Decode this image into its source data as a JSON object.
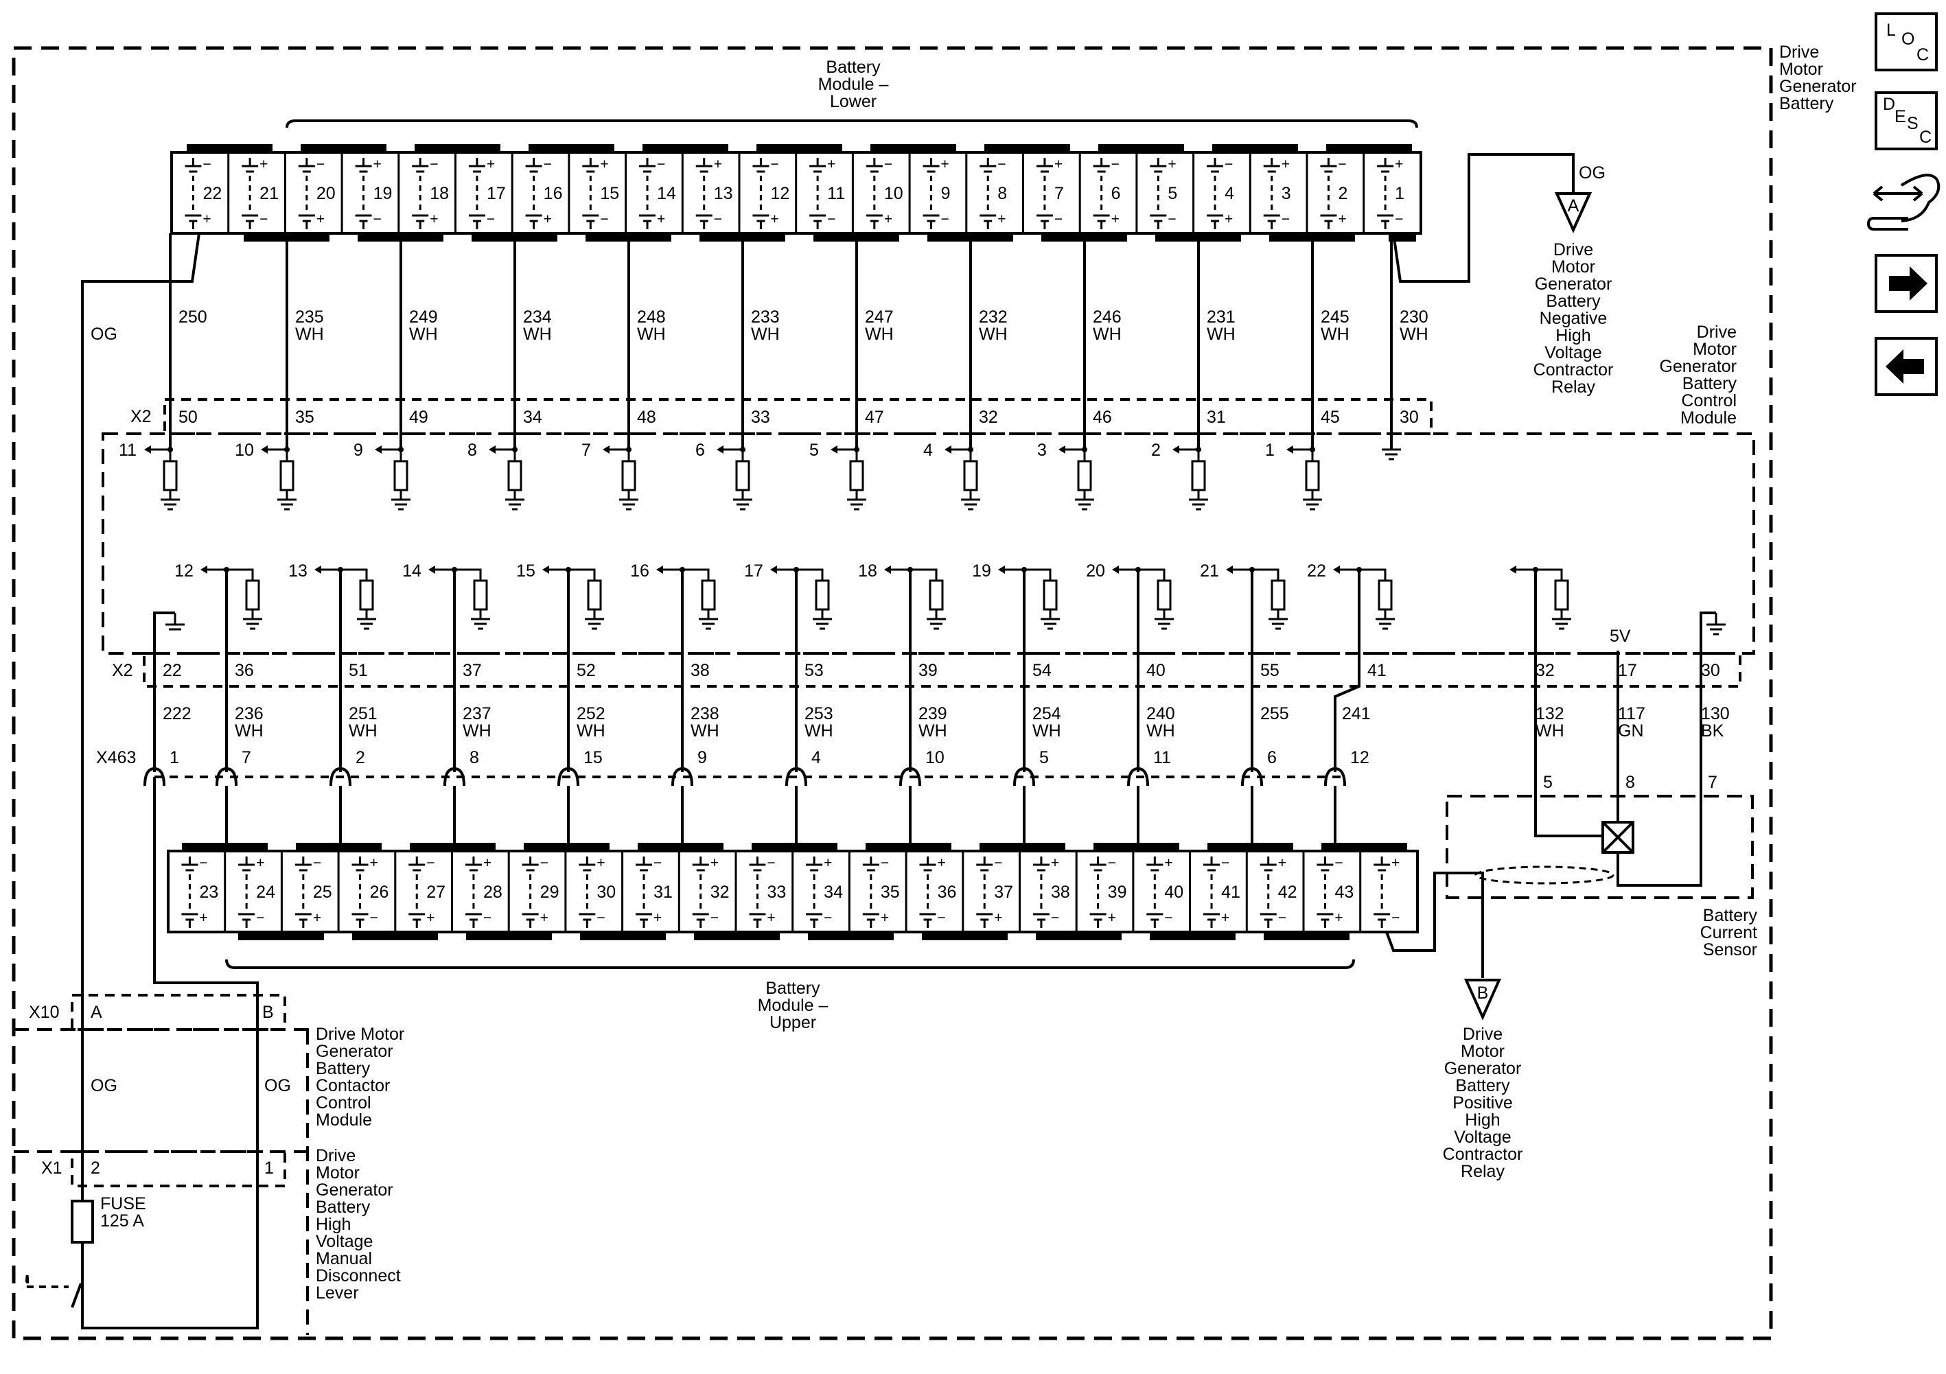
{
  "labels": {
    "battery_module_lower": [
      "Battery",
      "Module –",
      "Lower"
    ],
    "battery_module_upper": [
      "Battery",
      "Module –",
      "Upper"
    ],
    "dmg_battery": [
      "Drive",
      "Motor",
      "Generator",
      "Battery"
    ],
    "control_module": [
      "Drive",
      "Motor",
      "Generator",
      "Battery",
      "Control",
      "Module"
    ],
    "neg_relay": [
      "Drive",
      "Motor",
      "Generator",
      "Battery",
      "Negative",
      "High",
      "Voltage",
      "Contractor",
      "Relay"
    ],
    "pos_relay": [
      "Drive",
      "Motor",
      "Generator",
      "Battery",
      "Positive",
      "High",
      "Voltage",
      "Contractor",
      "Relay"
    ],
    "current_sensor": [
      "Battery",
      "Current",
      "Sensor"
    ],
    "contactor_module": [
      "Drive Motor",
      "Generator",
      "Battery",
      "Contactor",
      "Control",
      "Module"
    ],
    "disconnect_lever": [
      "Drive",
      "Motor",
      "Generator",
      "Battery",
      "High",
      "Voltage",
      "Manual",
      "Disconnect",
      "Lever"
    ],
    "fuse": [
      "FUSE",
      "125 A"
    ],
    "relay_a": "A",
    "relay_b": "B",
    "og": "OG",
    "five_v": "5V"
  },
  "connectors": {
    "x2": "X2",
    "x463": "X463",
    "x10": "X10",
    "x1": "X1",
    "x10_pins": [
      "A",
      "B"
    ],
    "x1_pins": [
      "2",
      "1"
    ]
  },
  "lower_cells": [
    "22",
    "21",
    "20",
    "19",
    "18",
    "17",
    "16",
    "15",
    "14",
    "13",
    "12",
    "11",
    "10",
    "9",
    "8",
    "7",
    "6",
    "5",
    "4",
    "3",
    "2",
    "1"
  ],
  "upper_cells": [
    "23",
    "24",
    "25",
    "26",
    "27",
    "28",
    "29",
    "30",
    "31",
    "32",
    "33",
    "34",
    "35",
    "36",
    "37",
    "38",
    "39",
    "40",
    "41",
    "42",
    "43"
  ],
  "upper_wires": [
    {
      "circuit": "250",
      "color": "",
      "pin": "50",
      "ch": "11"
    },
    {
      "circuit": "235",
      "color": "WH",
      "pin": "35",
      "ch": "10"
    },
    {
      "circuit": "249",
      "color": "WH",
      "pin": "49",
      "ch": "9"
    },
    {
      "circuit": "234",
      "color": "WH",
      "pin": "34",
      "ch": "8"
    },
    {
      "circuit": "248",
      "color": "WH",
      "pin": "48",
      "ch": "7"
    },
    {
      "circuit": "233",
      "color": "WH",
      "pin": "33",
      "ch": "6"
    },
    {
      "circuit": "247",
      "color": "WH",
      "pin": "47",
      "ch": "5"
    },
    {
      "circuit": "232",
      "color": "WH",
      "pin": "32",
      "ch": "4"
    },
    {
      "circuit": "246",
      "color": "WH",
      "pin": "46",
      "ch": "3"
    },
    {
      "circuit": "231",
      "color": "WH",
      "pin": "31",
      "ch": "2"
    },
    {
      "circuit": "245",
      "color": "WH",
      "pin": "45",
      "ch": "1"
    },
    {
      "circuit": "230",
      "color": "WH",
      "pin": "30",
      "ch": ""
    }
  ],
  "lower_wires": [
    {
      "circuit": "222",
      "color": "",
      "pin": "22",
      "ch": "",
      "x463": "1"
    },
    {
      "circuit": "236",
      "color": "WH",
      "pin": "36",
      "ch": "12",
      "x463": "7"
    },
    {
      "circuit": "251",
      "color": "WH",
      "pin": "51",
      "ch": "13",
      "x463": "2"
    },
    {
      "circuit": "237",
      "color": "WH",
      "pin": "37",
      "ch": "14",
      "x463": "8"
    },
    {
      "circuit": "252",
      "color": "WH",
      "pin": "52",
      "ch": "15",
      "x463": "15"
    },
    {
      "circuit": "238",
      "color": "WH",
      "pin": "38",
      "ch": "16",
      "x463": "9"
    },
    {
      "circuit": "253",
      "color": "WH",
      "pin": "53",
      "ch": "17",
      "x463": "4"
    },
    {
      "circuit": "239",
      "color": "WH",
      "pin": "39",
      "ch": "18",
      "x463": "10"
    },
    {
      "circuit": "254",
      "color": "WH",
      "pin": "54",
      "ch": "19",
      "x463": "5"
    },
    {
      "circuit": "240",
      "color": "WH",
      "pin": "40",
      "ch": "20",
      "x463": "11"
    },
    {
      "circuit": "255",
      "color": "",
      "pin": "55",
      "ch": "21",
      "x463": "6"
    },
    {
      "circuit": "241",
      "color": "",
      "pin": "41",
      "ch": "22",
      "x463": "12"
    }
  ],
  "sensor_wires": [
    {
      "circuit": "132",
      "color": "WH",
      "pin": "32",
      "sensor_pin": "5"
    },
    {
      "circuit": "117",
      "color": "GN",
      "pin": "17",
      "sensor_pin": "8"
    },
    {
      "circuit": "130",
      "color": "BK",
      "pin": "30",
      "sensor_pin": "7"
    }
  ],
  "nav": {
    "loc": [
      "L",
      "O",
      "C"
    ],
    "desc": [
      "D",
      "E",
      "S",
      "C"
    ]
  }
}
